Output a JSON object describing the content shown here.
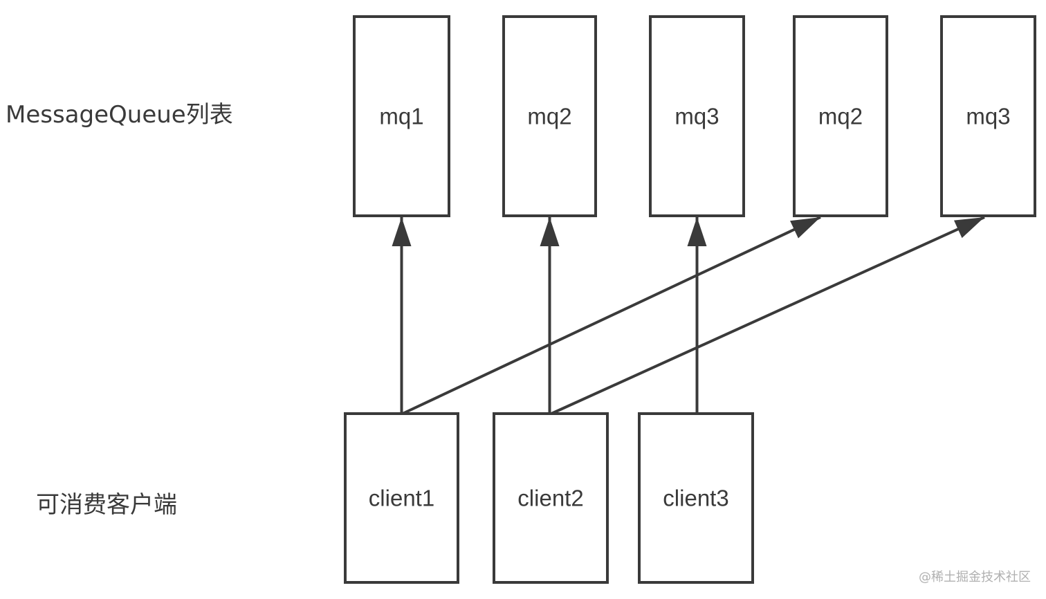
{
  "labels": {
    "queues": "MessageQueue列表",
    "clients": "可消费客户端"
  },
  "queues": [
    {
      "id": "q1",
      "label": "mq1"
    },
    {
      "id": "q2",
      "label": "mq2"
    },
    {
      "id": "q3",
      "label": "mq3"
    },
    {
      "id": "q4",
      "label": "mq2"
    },
    {
      "id": "q5",
      "label": "mq3"
    }
  ],
  "clients": [
    {
      "id": "c1",
      "label": "client1"
    },
    {
      "id": "c2",
      "label": "client2"
    },
    {
      "id": "c3",
      "label": "client3"
    }
  ],
  "edges": [
    {
      "from": "c1",
      "to": "q1"
    },
    {
      "from": "c2",
      "to": "q2"
    },
    {
      "from": "c3",
      "to": "q3"
    },
    {
      "from": "c1",
      "to": "q4"
    },
    {
      "from": "c2",
      "to": "q5"
    }
  ],
  "colors": {
    "stroke": "#3a3a3a",
    "text": "#3a3a3a",
    "watermark": "#b0b0b0"
  },
  "watermark": "@稀土掘金技术社区"
}
